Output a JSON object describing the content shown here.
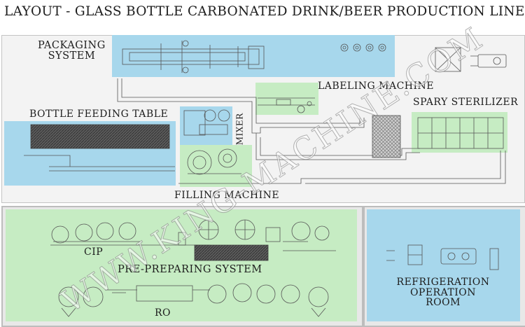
{
  "title": "LAYOUT - GLASS BOTTLE CARBONATED DRINK/BEER PRODUCTION LINE",
  "labels": {
    "packaging_line1": "PACKAGING",
    "packaging_line2": "SYSTEM",
    "labeling": "LABELING MACHINE",
    "bottle_feeding": "BOTTLE FEEDING TABLE",
    "sterilizer": "SPARY STERILIZER",
    "mixer": "MIXER",
    "filling": "FILLING MACHINE",
    "cip": "CIP",
    "pre_preparing": "PRE-PREPARING SYSTEM",
    "ro": "RO",
    "refrigeration_line1": "REFRIGERATION",
    "refrigeration_line2": "OPERATION",
    "refrigeration_line3": "ROOM"
  },
  "watermark": "WWW.KING-MACHINE.COM",
  "colors": {
    "blue_zone": "#a7d7ec",
    "green_zone": "#c6ecc3",
    "panel_border": "#b8b8b8",
    "line": "#555555"
  }
}
